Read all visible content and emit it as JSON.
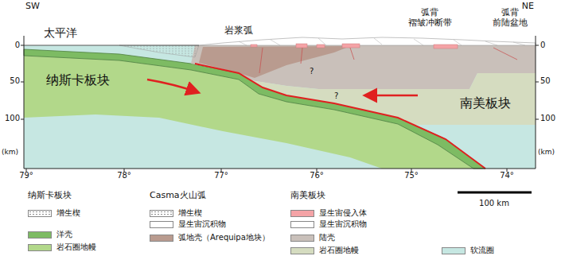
{
  "diagram": {
    "labels": [
      "SW",
      "NE",
      "太平洋",
      "岩浆弧",
      "弧背 褶皱冲断带",
      "弧背 前陆盆地",
      "0",
      "50",
      "100",
      "(km)",
      "0",
      "50",
      "100",
      "(km)",
      "纳斯卡板块",
      "南美板块",
      "?",
      "?",
      "79°",
      "78°",
      "77°",
      "76°",
      "75°",
      "74°",
      "100 km",
      "纳斯卡板块",
      "Casma火山弧",
      "南美板块"
    ],
    "legend": [
      {
        "text": "增生楔"
      },
      {
        "text": "洋壳",
        "color": "#7dbb63"
      },
      {
        "text": "岩石圈地幔",
        "color": "#b2d88a"
      },
      {
        "text": "增生楔"
      },
      {
        "text": "显生宙沉积物",
        "color": "#ffffff"
      },
      {
        "text": "弧地壳（Arequipa地块）",
        "color": "#b99b8f"
      },
      {
        "text": "显生宙侵入体",
        "color": "#f4a3a6"
      },
      {
        "text": "显生宙沉积物",
        "color": "#ffffff"
      },
      {
        "text": "陆壳",
        "color": "#c9c0ba"
      },
      {
        "text": "岩石圈地幔",
        "color": "#d5dcc0"
      },
      {
        "text": "软流圈",
        "color": "#c6e7e2"
      }
    ]
  }
}
